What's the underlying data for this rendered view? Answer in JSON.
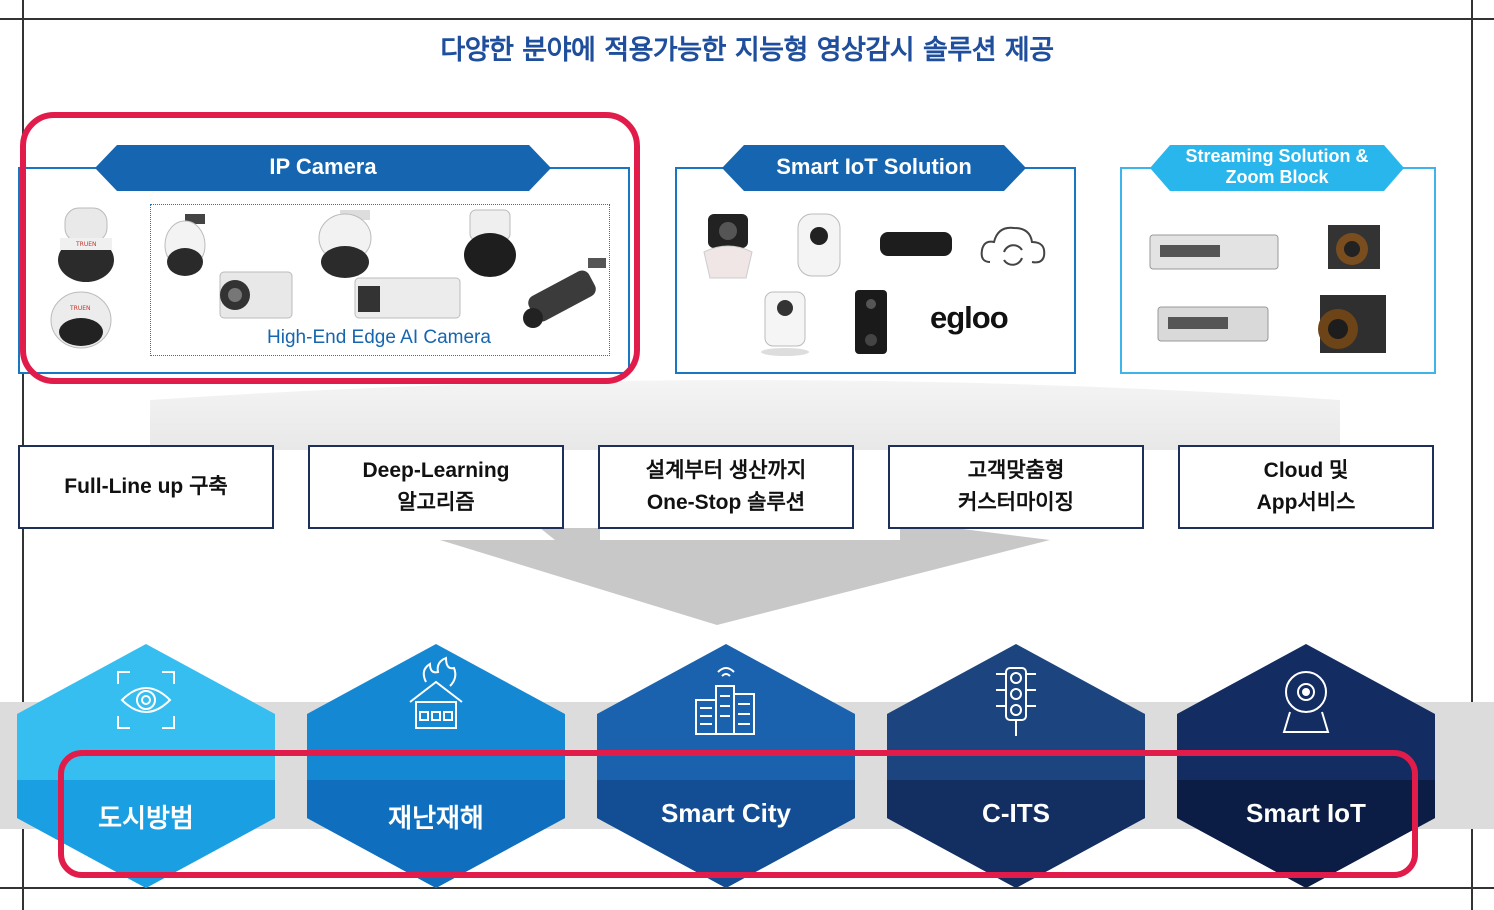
{
  "title": "다양한 분야에 적용가능한 지능형 영상감시 솔루션 제공",
  "panels": {
    "ip_camera": {
      "banner": "IP Camera",
      "caption": "High-End Edge AI Camera"
    },
    "smart_iot": {
      "banner": "Smart IoT Solution",
      "logo_text": "egloo"
    },
    "streaming": {
      "banner_line1": "Streaming Solution &",
      "banner_line2": "Zoom Block"
    }
  },
  "features": [
    {
      "line1": "Full-Line up 구축",
      "line2": ""
    },
    {
      "line1": "Deep-Learning",
      "line2": "알고리즘"
    },
    {
      "line1": "설계부터 생산까지",
      "line2": "One-Stop 솔루션"
    },
    {
      "line1": "고객맞춤형",
      "line2": "커스터마이징"
    },
    {
      "line1": "Cloud 및",
      "line2": "App서비스"
    }
  ],
  "applications": [
    {
      "label": "도시방범",
      "icon": "eye-scan-icon",
      "color": "#1aa6e4"
    },
    {
      "label": "재난재해",
      "icon": "house-fire-icon",
      "color": "#1476c4"
    },
    {
      "label": "Smart City",
      "icon": "city-buildings-icon",
      "color": "#17519c"
    },
    {
      "label": "C-ITS",
      "icon": "traffic-light-icon",
      "color": "#16336f"
    },
    {
      "label": "Smart IoT",
      "icon": "iot-camera-icon",
      "color": "#0d2554"
    }
  ],
  "colors": {
    "title": "#1f4e9c",
    "banner_dark": "#1565b0",
    "banner_light": "#29b6ec",
    "highlight": "#e11c4a"
  }
}
